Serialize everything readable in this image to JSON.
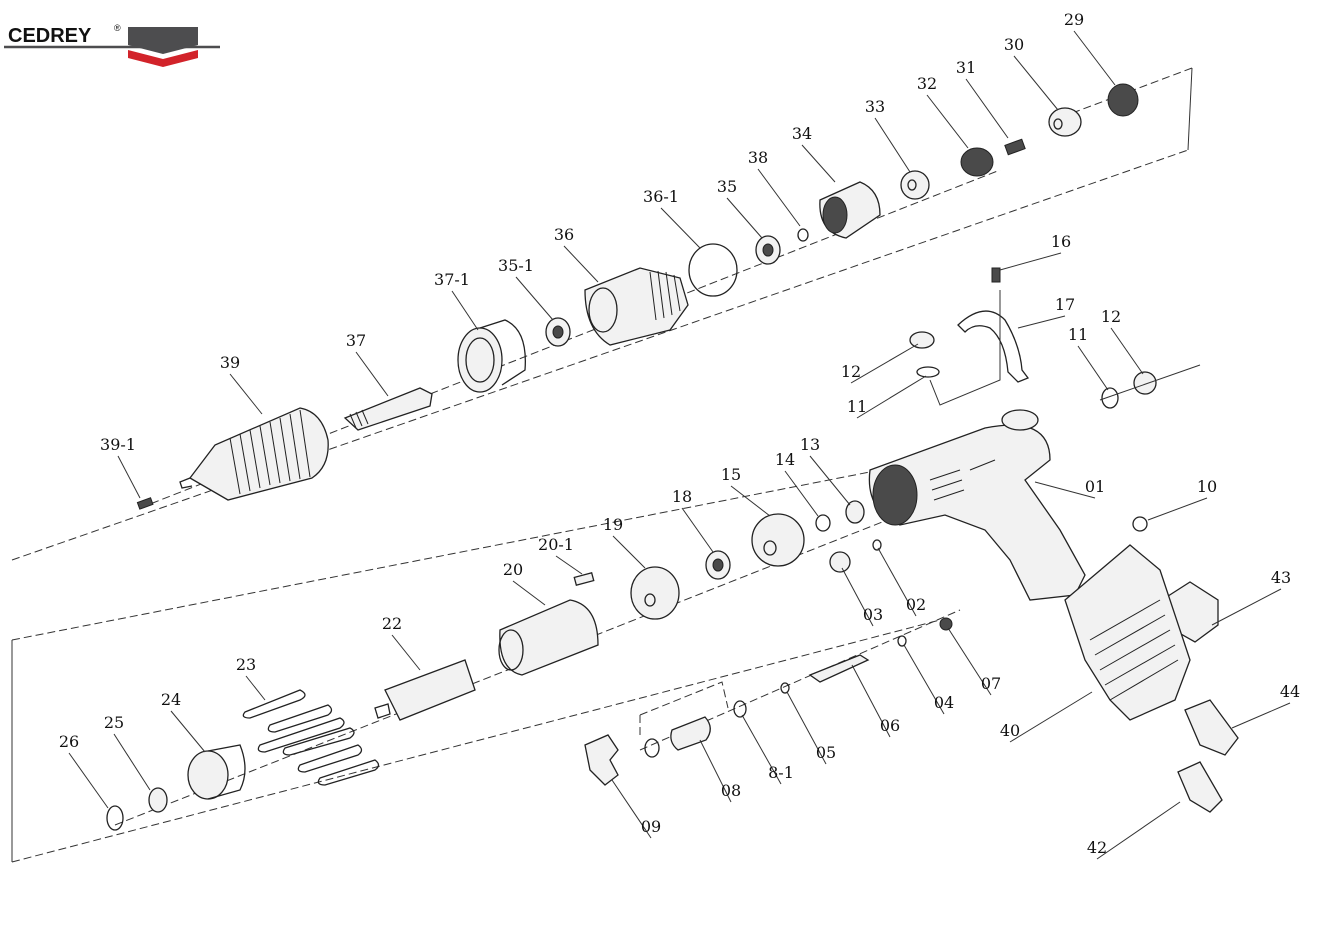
{
  "brand": {
    "name": "CEDREY",
    "mark": "®",
    "colors": {
      "dark": "#4d4d4f",
      "red": "#d2232a"
    }
  },
  "callouts": [
    "01",
    "02",
    "03",
    "04",
    "05",
    "06",
    "07",
    "08",
    "8-1",
    "09",
    "10",
    "11",
    "11",
    "12",
    "12",
    "13",
    "14",
    "15",
    "16",
    "17",
    "18",
    "19",
    "20",
    "20-1",
    "22",
    "23",
    "24",
    "25",
    "26",
    "29",
    "30",
    "31",
    "32",
    "33",
    "34",
    "35",
    "35-1",
    "36",
    "36-1",
    "37",
    "37-1",
    "38",
    "39",
    "39-1",
    "40",
    "42",
    "43",
    "44"
  ]
}
